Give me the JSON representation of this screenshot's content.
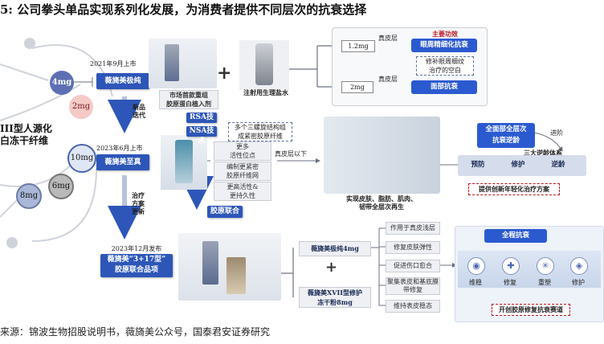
{
  "title": "5: 公司拳头单品实现系列化发展，为消费者提供不同层次的抗衰选择",
  "source": "来源：锦波生物招股说明书，薇旖美公众号，国泰君安证券研究",
  "left": {
    "center_line1": "III型人源化",
    "center_line2": "白冻干纤维",
    "doses": [
      "4mg",
      "2mg",
      "10mg",
      "6mg",
      "8mg"
    ]
  },
  "timeline": {
    "date1": "2021年9月上市",
    "product1": "薇旖美极纯",
    "arrow1_line1": "新品",
    "arrow1_line2": "迭代",
    "date2": "2023年6月上市",
    "product2": "薇旖美至真",
    "arrow2_line1": "治疗",
    "arrow2_line2": "方案",
    "arrow2_line3": "更新",
    "date3": "2023年12月发布",
    "product3_line1": "薇旖美“3+17型”",
    "product3_line2": "胶原联合品项"
  },
  "top": {
    "caption_line1": "市场首款重组",
    "caption_line2": "胶原蛋白植入剂",
    "saline": "注射用生理盐水",
    "plus": "+",
    "dose_a": "1.2mg",
    "dose_b": "2mg",
    "layer_a": "真皮层",
    "layer_b": "真皮层",
    "main_effect": "主要功效",
    "effect_a": "眼周精细化抗衰",
    "note_line1": "修补眼周细纹",
    "note_line2": "治疗的空白",
    "effect_b": "面部抗衰"
  },
  "middle": {
    "rsa": "RSA技术",
    "nsa": "NSA技术",
    "nsa_note_line1": "多个三螺旋结构组",
    "nsa_note_line2": "成紧密胶原纤维",
    "feat1_line1": "更多",
    "feat1_line2": "活性位点",
    "feat2_line1": "编制更紧密",
    "feat2_line2": "胶原纤维网",
    "feat3_line1": "更高活性&",
    "feat3_line2": "更持久性",
    "layer": "真皮层以下",
    "union": "胶原联合",
    "skin_caption_line1": "实现皮肤、脂肪、肌肉、",
    "skin_caption_line2": "韧带全层次再生",
    "full_line1": "全面部全层次",
    "full_line2": "抗衰逆龄",
    "advance": "进阶",
    "system": "三大逆龄体系",
    "steps": [
      "预防",
      "修护",
      "逆龄"
    ],
    "plan": "提供创新年轻化治疗方案"
  },
  "bottom": {
    "item1": "薇旖美极纯4mg",
    "plus": "+",
    "item2_line1": "薇旖美XVII型修护",
    "item2_line2": "冻干粉8mg",
    "effects": [
      "作用于真皮浅层",
      "修复皮肤弹性",
      "促进伤口愈合",
      "聚集表皮和基底膜带修复",
      "维持表皮稳态"
    ],
    "full": "全程抗衰",
    "icons": [
      "维稳",
      "修复",
      "重塑",
      "修护"
    ],
    "channel": "开创胶原修复抗衰赛道"
  },
  "colors": {
    "accent": "#2d56b8",
    "red": "#c0161d",
    "pill": "#cfd7ea"
  }
}
